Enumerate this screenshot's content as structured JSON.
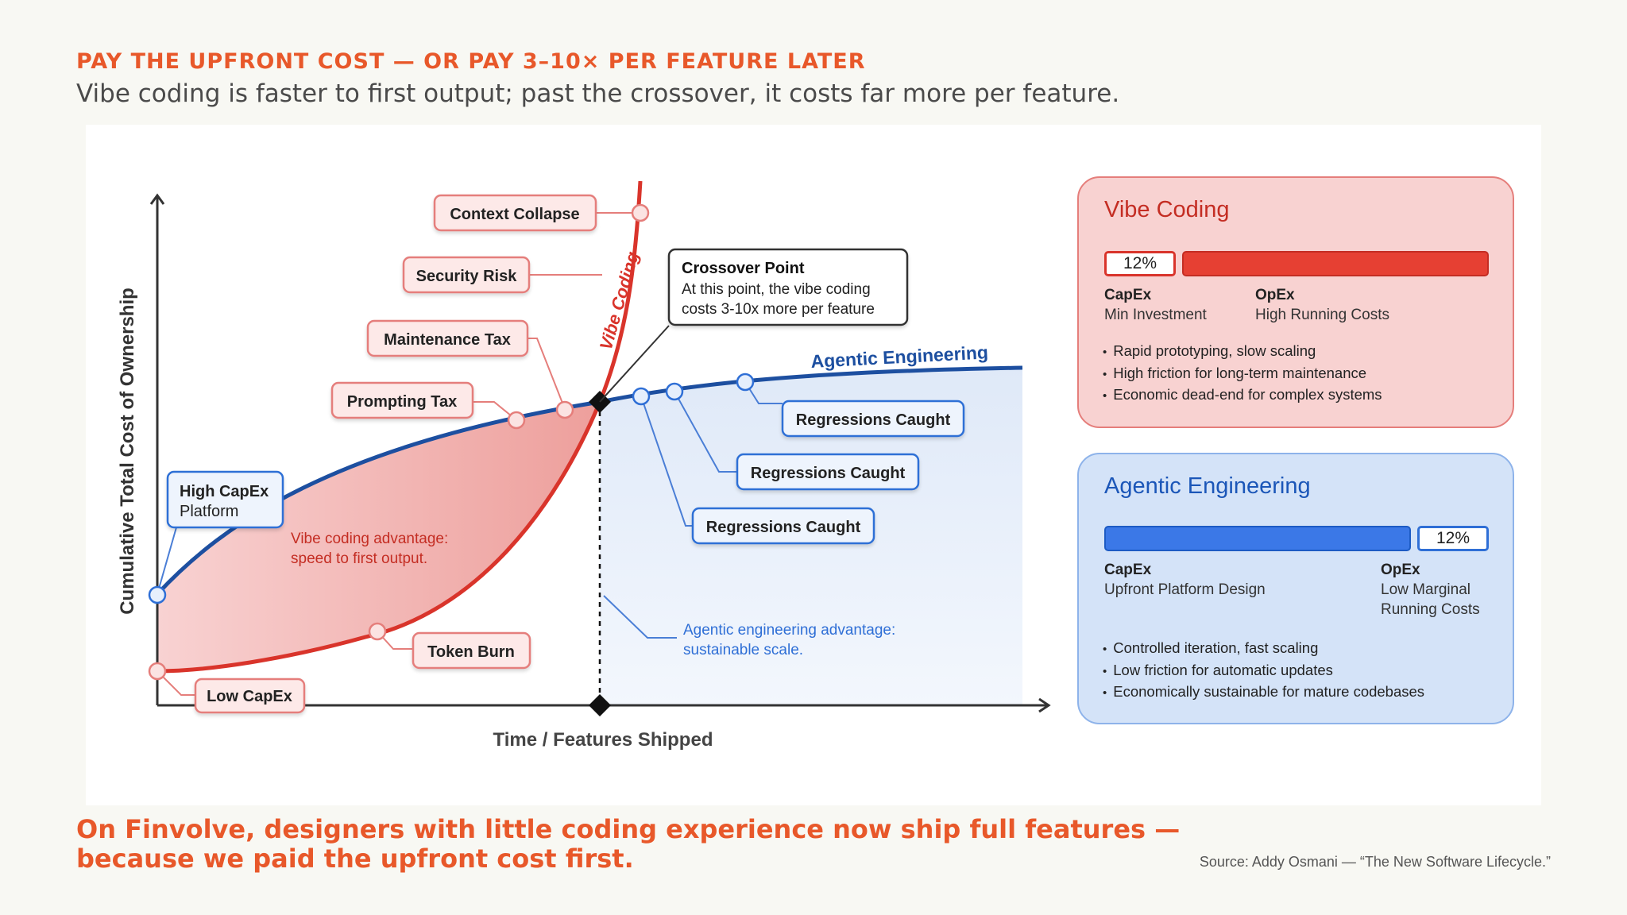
{
  "header": {
    "kicker": "PAY THE UPFRONT COST — OR PAY 3–10× PER FEATURE LATER",
    "subtitle": "Vibe coding is faster to first output; past the crossover, it costs far more per feature."
  },
  "diagram": {
    "y_axis_label": "Cumulative Total Cost of Ownership",
    "x_axis_label": "Time / Features Shipped",
    "vibe_curve_label": "Vibe Coding",
    "agentic_curve_label": "Agentic Engineering",
    "callouts": {
      "context_collapse": "Context Collapse",
      "security_risk": "Security Risk",
      "maintenance_tax": "Maintenance Tax",
      "prompting_tax": "Prompting Tax",
      "token_burn": "Token Burn",
      "low_capex": "Low CapEx",
      "high_capex_title": "High CapEx",
      "high_capex_sub": "Platform",
      "regressions": [
        "Regressions Caught",
        "Regressions Caught",
        "Regressions Caught"
      ]
    },
    "crossover": {
      "title": "Crossover Point",
      "line1": "At this point, the vibe coding",
      "line2": "costs 3-10x more per feature"
    },
    "vibe_advantage": [
      "Vibe coding advantage:",
      "speed to first output."
    ],
    "agentic_advantage": [
      "Agentic engineering advantage:",
      "sustainable scale."
    ],
    "colors": {
      "vibe": "#d9342b",
      "agentic": "#1d4fa0",
      "vibe_fill": "#f3b8b6",
      "agentic_fill": "#dfe9f8"
    }
  },
  "cards": {
    "vibe": {
      "title": "Vibe Coding",
      "capex_pct": "12%",
      "capex_label": "CapEx",
      "capex_desc": "Min Investment",
      "opex_label": "OpEx",
      "opex_desc": "High Running Costs",
      "bullets": [
        "Rapid prototyping, slow scaling",
        "High friction for long-term maintenance",
        "Economic dead-end for complex systems"
      ]
    },
    "agentic": {
      "title": "Agentic Engineering",
      "opex_pct": "12%",
      "capex_label": "CapEx",
      "capex_desc": "Upfront Platform Design",
      "opex_label": "OpEx",
      "opex_desc_1": "Low Marginal",
      "opex_desc_2": "Running Costs",
      "bullets": [
        "Controlled iteration, fast scaling",
        "Low friction for automatic updates",
        "Economically sustainable for mature codebases"
      ]
    }
  },
  "footer": {
    "message": "On Finvolve, designers with little coding experience now ship full features — because we paid the upfront cost first.",
    "source": "Source: Addy Osmani — “The New Software Lifecycle.”"
  }
}
